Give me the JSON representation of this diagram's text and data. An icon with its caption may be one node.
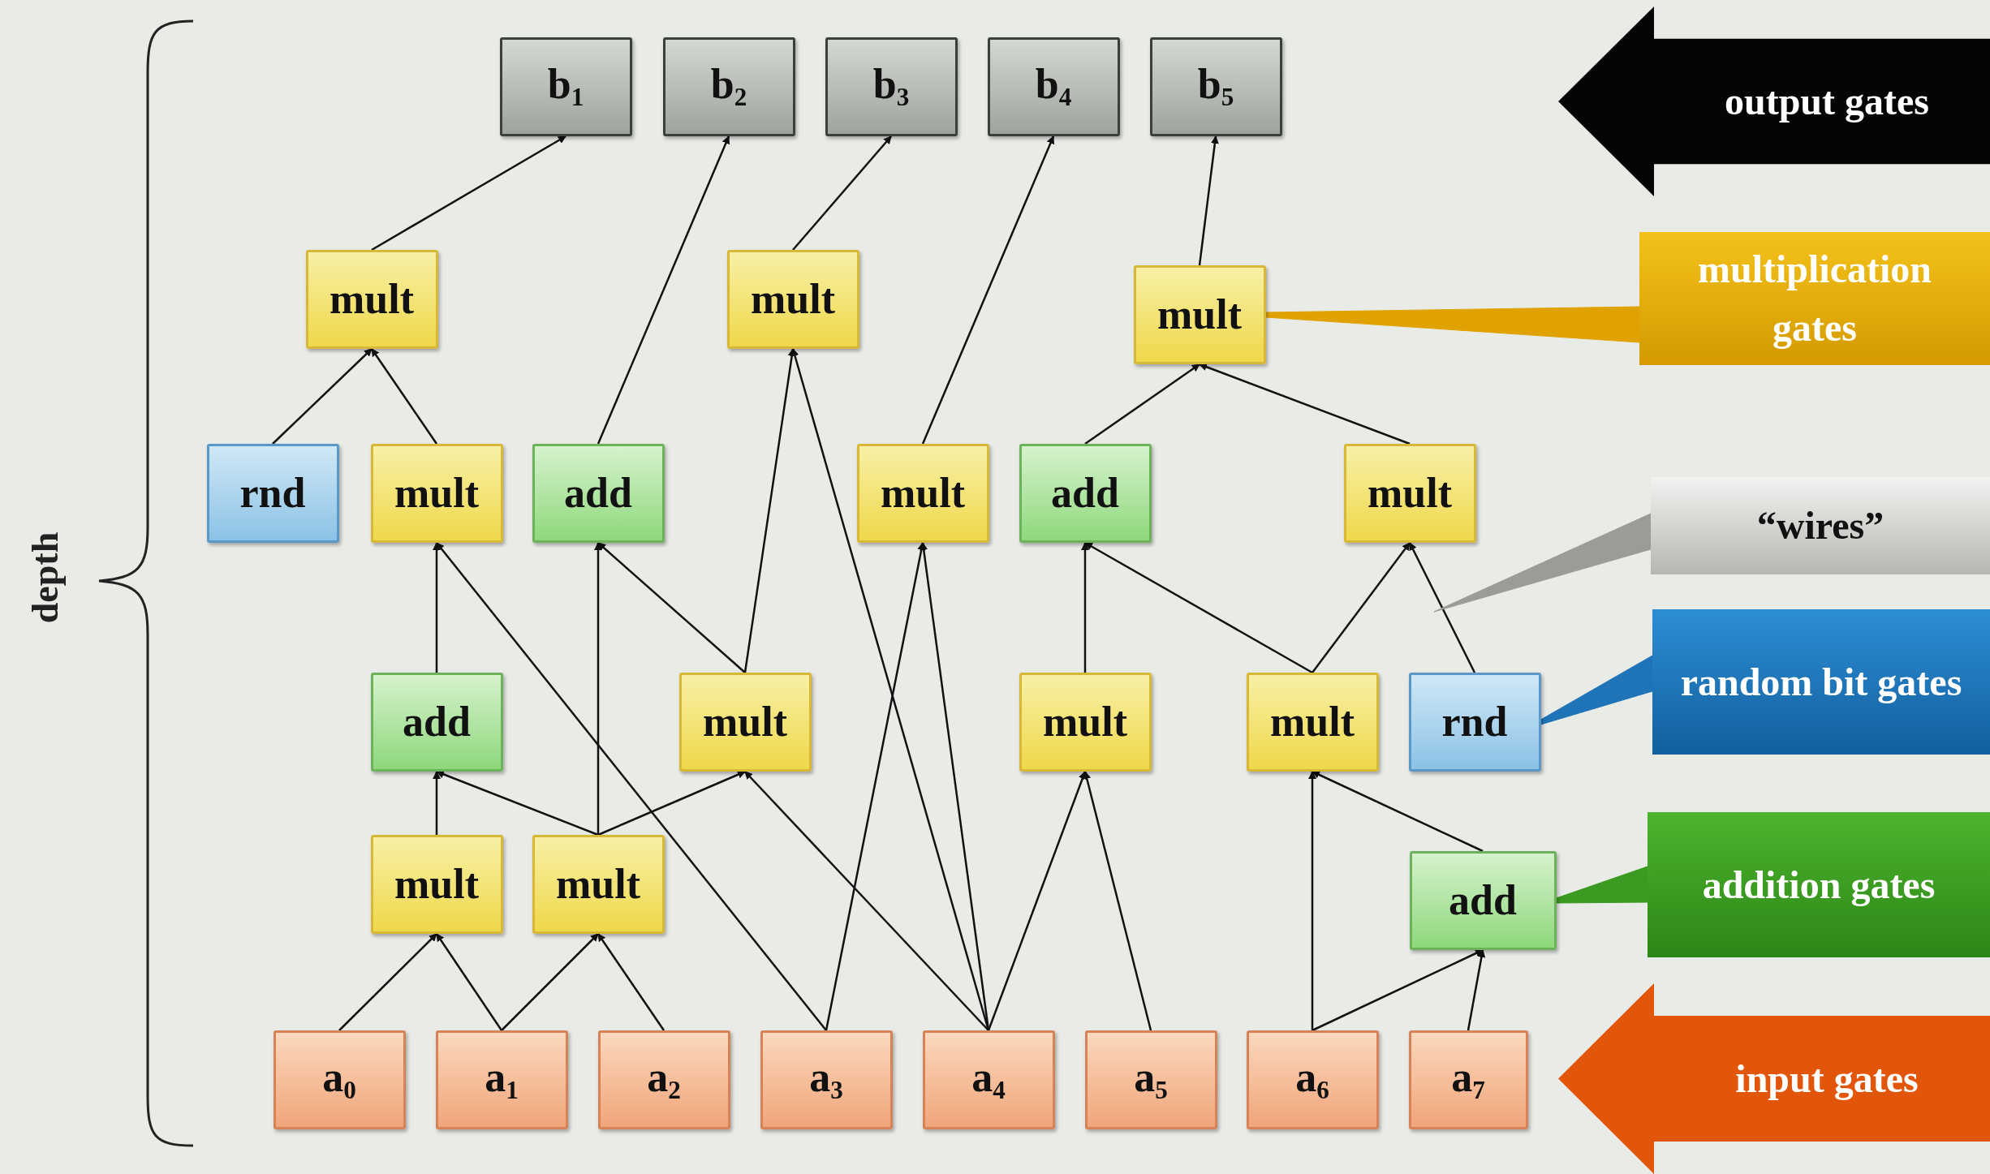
{
  "diagram": {
    "nodes": [
      {
        "text": [
          "b$_{1}$"
        ]
      },
      {
        "text": [
          "b$_{2}$"
        ]
      },
      {
        "text": [
          "b$_{3}$"
        ]
      },
      {
        "text": [
          "b$_{4}$"
        ]
      },
      {
        "text": [
          "b$_{5}$"
        ]
      },
      {
        "text": [
          "mult"
        ]
      },
      {
        "text": [
          "mult"
        ]
      },
      {
        "text": [
          "mult"
        ]
      },
      {
        "text": [
          "rnd"
        ]
      },
      {
        "text": [
          "mult"
        ]
      },
      {
        "text": [
          "add"
        ]
      },
      {
        "text": [
          "mult"
        ]
      },
      {
        "text": [
          "add"
        ]
      },
      {
        "text": [
          "mult"
        ]
      },
      {
        "text": [
          "add"
        ]
      },
      {
        "text": [
          "mult"
        ]
      },
      {
        "text": [
          "mult"
        ]
      },
      {
        "text": [
          "mult"
        ]
      },
      {
        "text": [
          "rnd"
        ]
      },
      {
        "text": [
          "mult"
        ]
      },
      {
        "text": [
          "mult"
        ]
      },
      {
        "text": [
          "add"
        ]
      },
      {
        "text": [
          "a$_{0}$"
        ]
      },
      {
        "text": [
          "a$_{1}$"
        ]
      },
      {
        "text": [
          "a$_{2}$"
        ]
      },
      {
        "text": [
          "a$_{3}$"
        ]
      },
      {
        "text": [
          "a$_{4}$"
        ]
      },
      {
        "text": [
          "a$_{5}$"
        ]
      },
      {
        "text": [
          "a$_{6}$"
        ]
      },
      {
        "text": [
          "a$_{7}$"
        ]
      },
      {
        "text": [
          "output gates"
        ]
      },
      {
        "text": [
          "multiplication gates"
        ]
      },
      {
        "text": [
          "“wires”"
        ]
      },
      {
        "text": [
          "random bit gates"
        ]
      },
      {
        "text": [
          "addition gates"
        ]
      },
      {
        "text": [
          "input gates"
        ]
      }
    ],
    "edges": [
      {
        "from": 5,
        "to": 0,
        "arrow": "to"
      },
      {
        "from": 10,
        "to": 1,
        "arrow": "to"
      },
      {
        "from": 6,
        "to": 2,
        "arrow": "to"
      },
      {
        "from": 11,
        "to": 3,
        "arrow": "to"
      },
      {
        "from": 7,
        "to": 4,
        "arrow": "to"
      },
      {
        "from": 8,
        "to": 5,
        "arrow": "to"
      },
      {
        "from": 9,
        "to": 5,
        "arrow": "to"
      },
      {
        "from": 15,
        "to": 6,
        "arrow": "to"
      },
      {
        "from": 26,
        "to": 6,
        "arrow": "to"
      },
      {
        "from": 12,
        "to": 7,
        "arrow": "to"
      },
      {
        "from": 13,
        "to": 7,
        "arrow": "to"
      },
      {
        "from": 14,
        "to": 9,
        "arrow": "to"
      },
      {
        "from": 25,
        "to": 9,
        "arrow": "to"
      },
      {
        "from": 20,
        "to": 10,
        "arrow": "to"
      },
      {
        "from": 15,
        "to": 10,
        "arrow": "to"
      },
      {
        "from": 25,
        "to": 11,
        "arrow": "to"
      },
      {
        "from": 26,
        "to": 11,
        "arrow": "to"
      },
      {
        "from": 16,
        "to": 12,
        "arrow": "to"
      },
      {
        "from": 17,
        "to": 12,
        "arrow": "to"
      },
      {
        "from": 17,
        "to": 13,
        "arrow": "to"
      },
      {
        "from": 18,
        "to": 13,
        "arrow": "to"
      },
      {
        "from": 19,
        "to": 14,
        "arrow": "to"
      },
      {
        "from": 20,
        "to": 14,
        "arrow": "to"
      },
      {
        "from": 20,
        "to": 15,
        "arrow": "to"
      },
      {
        "from": 26,
        "to": 15,
        "arrow": "to"
      },
      {
        "from": 26,
        "to": 16,
        "arrow": "to"
      },
      {
        "from": 27,
        "to": 16,
        "arrow": "to"
      },
      {
        "from": 28,
        "to": 17,
        "arrow": "to"
      },
      {
        "from": 21,
        "to": 17,
        "arrow": "to"
      },
      {
        "from": 28,
        "to": 21,
        "arrow": "to"
      },
      {
        "from": 29,
        "to": 21,
        "arrow": "to"
      },
      {
        "from": 22,
        "to": 19,
        "arrow": "to"
      },
      {
        "from": 23,
        "to": 19,
        "arrow": "to"
      },
      {
        "from": 23,
        "to": 20,
        "arrow": "to"
      },
      {
        "from": 24,
        "to": 20,
        "arrow": "to"
      },
      {
        "from": 31,
        "to": 7,
        "arrow": "none",
        "color": "#e0a200"
      },
      {
        "from": 32,
        "to": null,
        "arrow": "to",
        "color": "#9a9c98"
      },
      {
        "from": 33,
        "to": 18,
        "arrow": "none",
        "color": "#1f74b8"
      },
      {
        "from": 34,
        "to": 21,
        "arrow": "none",
        "color": "#3a9a22"
      }
    ],
    "labels": [
      "depth"
    ]
  }
}
